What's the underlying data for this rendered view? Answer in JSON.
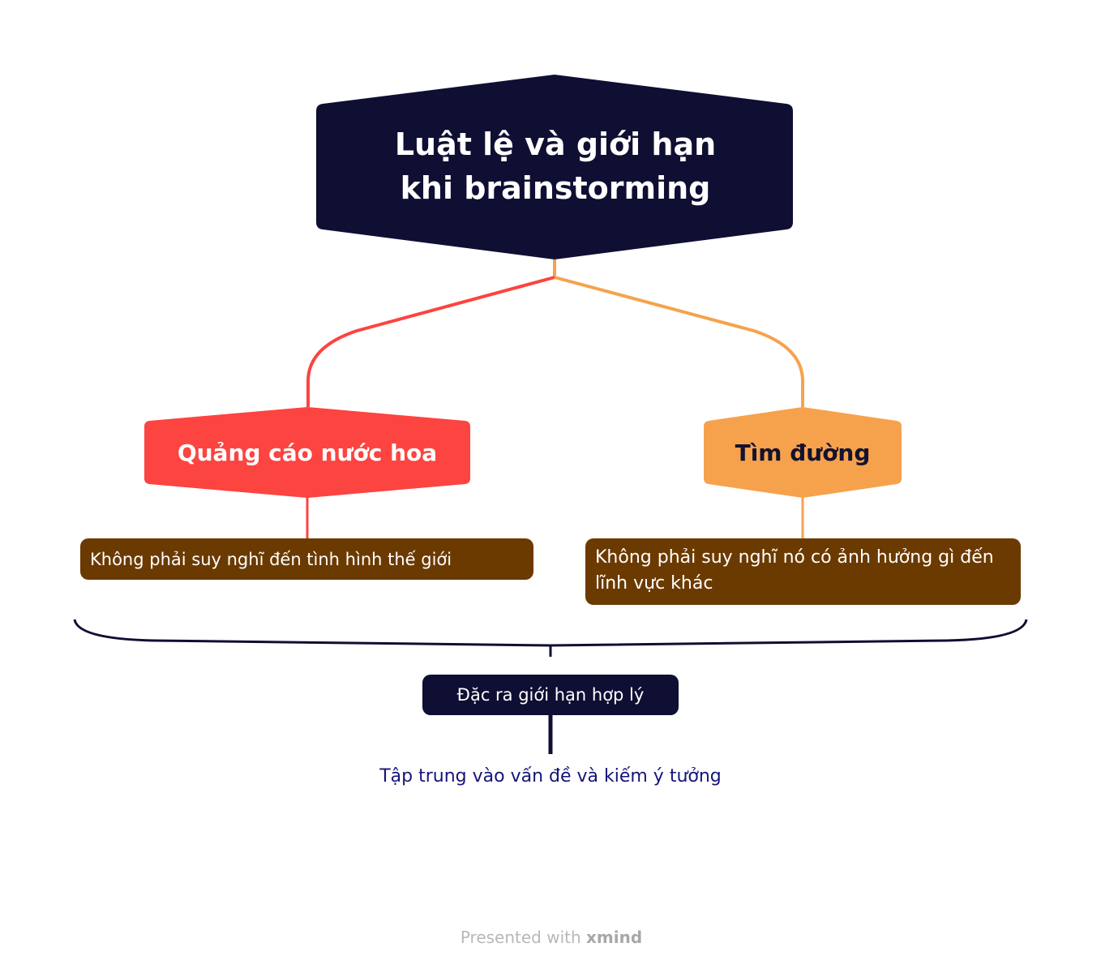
{
  "root": {
    "title": "Luật lệ và giới hạn khi brainstorming",
    "color": "#0f0e33"
  },
  "branches": [
    {
      "label": "Quảng cáo nước hoa",
      "color": "#fc4440",
      "child": "Không phải suy nghĩ đến tình hình thế giới"
    },
    {
      "label": "Tìm đường",
      "color": "#f6a24d",
      "child": "Không phải suy nghĩ nó có ảnh hưởng gì đến lĩnh vực khác"
    }
  ],
  "leaf_color": "#6b3a00",
  "summary": {
    "label": "Đặc ra giới hạn hợp lý",
    "note": "Tập trung vào vấn đề và kiếm ý tưởng",
    "color": "#0f0e33"
  },
  "footer": {
    "prefix": "Presented with",
    "brand": "xmind"
  }
}
